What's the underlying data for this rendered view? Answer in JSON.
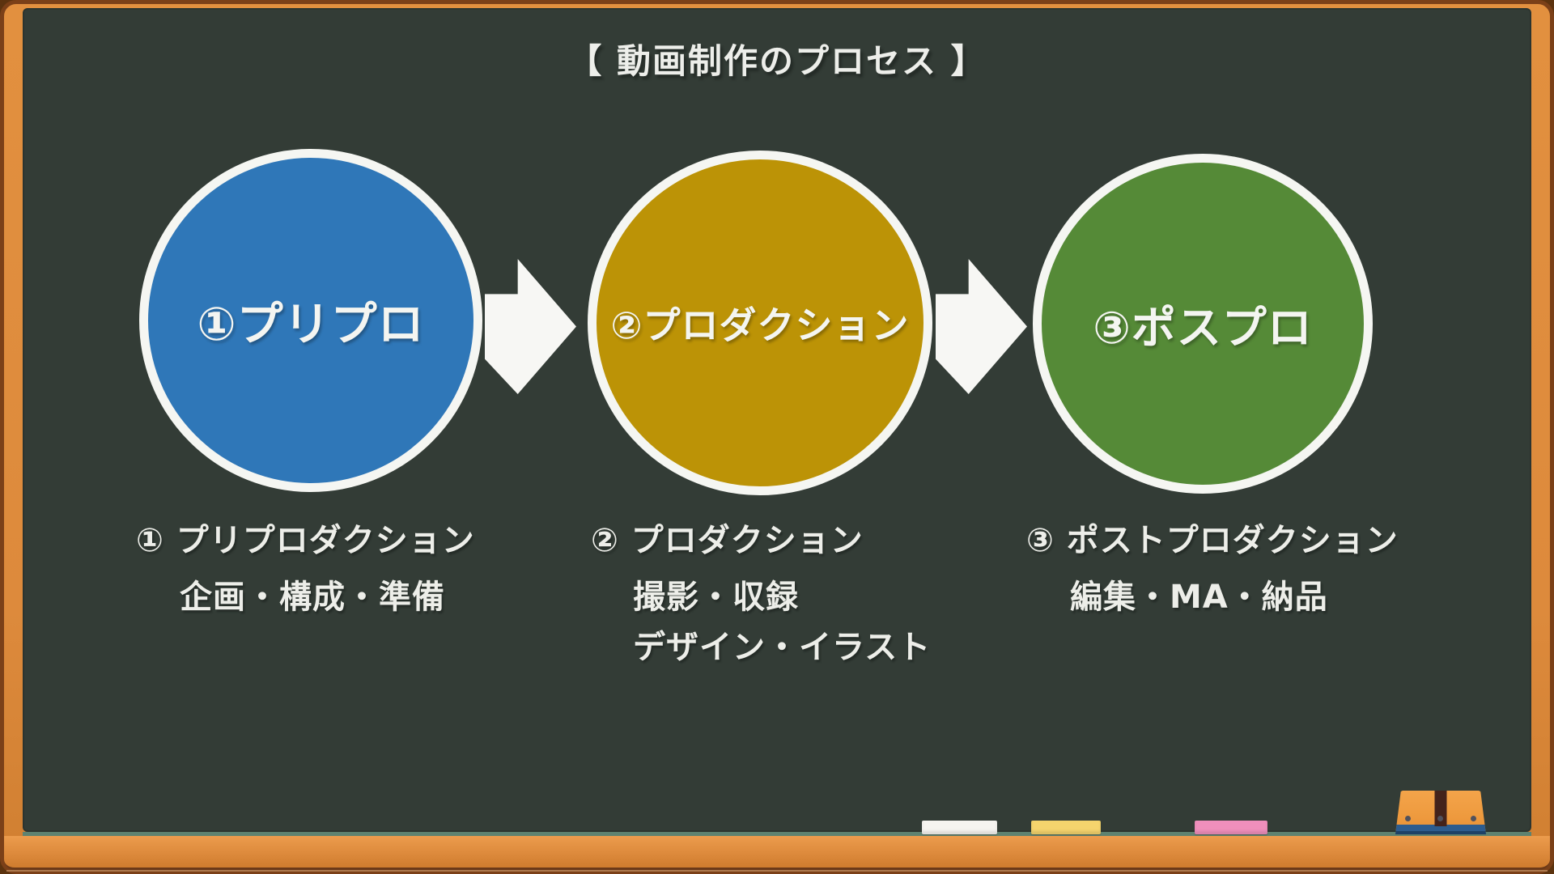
{
  "board": {
    "title": "【 動画制作のプロセス 】"
  },
  "steps": [
    {
      "circle_label": "①プリプロ",
      "circle_color": "#2f77b8",
      "heading": "① プリプロダクション",
      "details": [
        "企画・構成・準備"
      ]
    },
    {
      "circle_label": "②プロダクション",
      "circle_color": "#bc9306",
      "heading": "② プロダクション",
      "details": [
        "撮影・収録",
        "デザイン・イラスト"
      ]
    },
    {
      "circle_label": "③ポスプロ",
      "circle_color": "#558a37",
      "heading": "③ ポストプロダクション",
      "details": [
        "編集・MA・納品"
      ]
    }
  ],
  "tray": {
    "chalks": [
      {
        "name": "white-chalk",
        "color": "#f6f4f0"
      },
      {
        "name": "yellow-chalk",
        "color": "#f5d46d"
      },
      {
        "name": "pink-chalk",
        "color": "#ef8fbc"
      }
    ],
    "eraser": {
      "body_color": "#ee9a3e",
      "strap_color": "#44231b",
      "band_color": "#2d5c8e"
    }
  },
  "colors": {
    "board_bg": "#333c36",
    "frame": "#dd8a3c",
    "frame_border": "#7b4018",
    "arrow": "#f7f7f4",
    "text": "#edeee9",
    "board_lip": "#5e8270"
  }
}
